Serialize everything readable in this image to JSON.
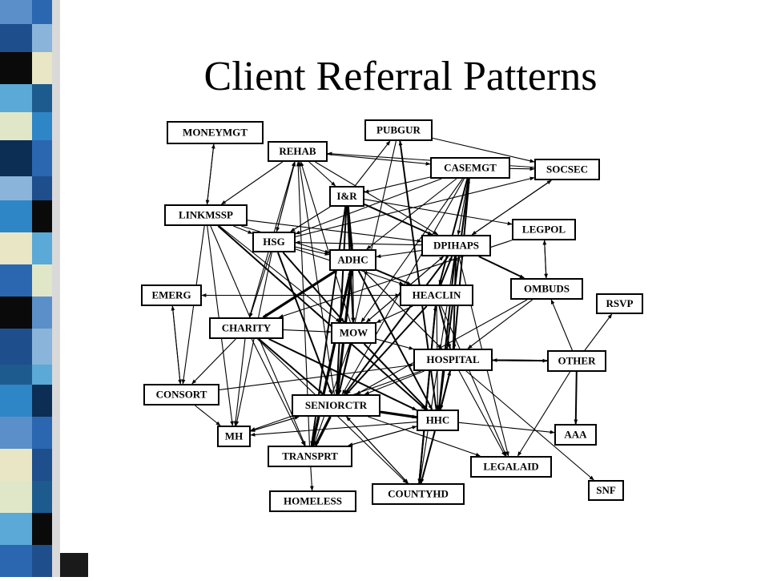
{
  "title": "Client Referral Patterns",
  "sidebar_colors": [
    "#5b8fc9",
    "#2a67b0",
    "#1f4e8c",
    "#8ab4d9",
    "#0a0a0a",
    "#e8e6c4",
    "#5aa9d6",
    "#1d5b8f",
    "#e0e7c8",
    "#2f86c6",
    "#0c2e54"
  ],
  "nodes": [
    {
      "id": "MONEYMGT",
      "label": "MONEYMGT"
    },
    {
      "id": "PUBGUR",
      "label": "PUBGUR"
    },
    {
      "id": "REHAB",
      "label": "REHAB"
    },
    {
      "id": "CASEMGT",
      "label": "CASEMGT"
    },
    {
      "id": "SOCSEC",
      "label": "SOCSEC"
    },
    {
      "id": "IR",
      "label": "I&R"
    },
    {
      "id": "LINKMSSP",
      "label": "LINKMSSP"
    },
    {
      "id": "LEGPOL",
      "label": "LEGPOL"
    },
    {
      "id": "HSG",
      "label": "HSG"
    },
    {
      "id": "DPIHAPS",
      "label": "DPIHAPS"
    },
    {
      "id": "ADHC",
      "label": "ADHC"
    },
    {
      "id": "OMBUDS",
      "label": "OMBUDS"
    },
    {
      "id": "EMERG",
      "label": "EMERG"
    },
    {
      "id": "HEACLIN",
      "label": "HEACLIN"
    },
    {
      "id": "RSVP",
      "label": "RSVP"
    },
    {
      "id": "CHARITY",
      "label": "CHARITY"
    },
    {
      "id": "MOW",
      "label": "MOW"
    },
    {
      "id": "HOSPITAL",
      "label": "HOSPITAL"
    },
    {
      "id": "OTHER",
      "label": "OTHER"
    },
    {
      "id": "CONSORT",
      "label": "CONSORT"
    },
    {
      "id": "SENIORCTR",
      "label": "SENIORCTR"
    },
    {
      "id": "HHC",
      "label": "HHC"
    },
    {
      "id": "AAA",
      "label": "AAA"
    },
    {
      "id": "MH",
      "label": "MH"
    },
    {
      "id": "TRANSPRT",
      "label": "TRANSPRT"
    },
    {
      "id": "LEGALAID",
      "label": "LEGALAID"
    },
    {
      "id": "SNF",
      "label": "SNF"
    },
    {
      "id": "HOMELESS",
      "label": "HOMELESS"
    },
    {
      "id": "COUNTYHD",
      "label": "COUNTYHD"
    }
  ],
  "edges": [
    {
      "from": "MONEYMGT",
      "to": "LINKMSSP",
      "w": 1
    },
    {
      "from": "LINKMSSP",
      "to": "MONEYMGT",
      "w": 1
    },
    {
      "from": "PUBGUR",
      "to": "SOCSEC",
      "w": 1
    },
    {
      "from": "SOCSEC",
      "to": "REHAB",
      "w": 1
    },
    {
      "from": "PUBGUR",
      "to": "SENIORCTR",
      "w": 1
    },
    {
      "from": "HHC",
      "to": "PUBGUR",
      "w": 2
    },
    {
      "from": "REHAB",
      "to": "LINKMSSP",
      "w": 1
    },
    {
      "from": "REHAB",
      "to": "IR",
      "w": 1
    },
    {
      "from": "REHAB",
      "to": "DPIHAPS",
      "w": 1
    },
    {
      "from": "REHAB",
      "to": "HSG",
      "w": 1
    },
    {
      "from": "HSG",
      "to": "REHAB",
      "w": 1
    },
    {
      "from": "CHARITY",
      "to": "REHAB",
      "w": 1
    },
    {
      "from": "MOW",
      "to": "REHAB",
      "w": 1
    },
    {
      "from": "SENIORCTR",
      "to": "REHAB",
      "w": 1
    },
    {
      "from": "TRANSPRT",
      "to": "REHAB",
      "w": 1
    },
    {
      "from": "CASEMGT",
      "to": "SOCSEC",
      "w": 1
    },
    {
      "from": "REHAB",
      "to": "CASEMGT",
      "w": 1
    },
    {
      "from": "CASEMGT",
      "to": "IR",
      "w": 1
    },
    {
      "from": "CASEMGT",
      "to": "HSG",
      "w": 1
    },
    {
      "from": "CASEMGT",
      "to": "ADHC",
      "w": 1
    },
    {
      "from": "CASEMGT",
      "to": "HEACLIN",
      "w": 2
    },
    {
      "from": "CASEMGT",
      "to": "MOW",
      "w": 1
    },
    {
      "from": "CASEMGT",
      "to": "HOSPITAL",
      "w": 2
    },
    {
      "from": "CASEMGT",
      "to": "SENIORCTR",
      "w": 1
    },
    {
      "from": "HHC",
      "to": "CASEMGT",
      "w": 2
    },
    {
      "from": "CASEMGT",
      "to": "DPIHAPS",
      "w": 1
    },
    {
      "from": "SOCSEC",
      "to": "DPIHAPS",
      "w": 1
    },
    {
      "from": "HSG",
      "to": "SOCSEC",
      "w": 1
    },
    {
      "from": "IR",
      "to": "HSG",
      "w": 1
    },
    {
      "from": "IR",
      "to": "ADHC",
      "w": 3
    },
    {
      "from": "IR",
      "to": "MOW",
      "w": 2
    },
    {
      "from": "IR",
      "to": "SENIORCTR",
      "w": 2
    },
    {
      "from": "IR",
      "to": "TRANSPRT",
      "w": 2
    },
    {
      "from": "IR",
      "to": "DPIHAPS",
      "w": 2
    },
    {
      "from": "IR",
      "to": "LEGPOL",
      "w": 1
    },
    {
      "from": "IR",
      "to": "PUBGUR",
      "w": 1
    },
    {
      "from": "LINKMSSP",
      "to": "HSG",
      "w": 1
    },
    {
      "from": "LINKMSSP",
      "to": "ADHC",
      "w": 1
    },
    {
      "from": "LINKMSSP",
      "to": "MOW",
      "w": 1
    },
    {
      "from": "LINKMSSP",
      "to": "HHC",
      "w": 2
    },
    {
      "from": "LINKMSSP",
      "to": "MH",
      "w": 1
    },
    {
      "from": "LINKMSSP",
      "to": "CONSORT",
      "w": 1
    },
    {
      "from": "LINKMSSP",
      "to": "DPIHAPS",
      "w": 1
    },
    {
      "from": "LINKMSSP",
      "to": "TRANSPRT",
      "w": 1
    },
    {
      "from": "HSG",
      "to": "ADHC",
      "w": 1
    },
    {
      "from": "HSG",
      "to": "HEACLIN",
      "w": 1
    },
    {
      "from": "HSG",
      "to": "MOW",
      "w": 2
    },
    {
      "from": "HSG",
      "to": "SENIORCTR",
      "w": 2
    },
    {
      "from": "HSG",
      "to": "CHARITY",
      "w": 1
    },
    {
      "from": "HSG",
      "to": "MH",
      "w": 1
    },
    {
      "from": "DPIHAPS",
      "to": "HSG",
      "w": 1
    },
    {
      "from": "DPIHAPS",
      "to": "ADHC",
      "w": 1
    },
    {
      "from": "DPIHAPS",
      "to": "OMBUDS",
      "w": 2
    },
    {
      "from": "DPIHAPS",
      "to": "MOW",
      "w": 1
    },
    {
      "from": "DPIHAPS",
      "to": "SENIORCTR",
      "w": 2
    },
    {
      "from": "DPIHAPS",
      "to": "COUNTYHD",
      "w": 1
    },
    {
      "from": "DPIHAPS",
      "to": "LEGALAID",
      "w": 1
    },
    {
      "from": "DPIHAPS",
      "to": "SOCSEC",
      "w": 1
    },
    {
      "from": "HOSPITAL",
      "to": "DPIHAPS",
      "w": 2
    },
    {
      "from": "HHC",
      "to": "DPIHAPS",
      "w": 2
    },
    {
      "from": "HEACLIN",
      "to": "DPIHAPS",
      "w": 2
    },
    {
      "from": "ADHC",
      "to": "HEACLIN",
      "w": 2
    },
    {
      "from": "ADHC",
      "to": "MOW",
      "w": 1
    },
    {
      "from": "ADHC",
      "to": "HHC",
      "w": 2
    },
    {
      "from": "ADHC",
      "to": "SENIORCTR",
      "w": 2
    },
    {
      "from": "ADHC",
      "to": "CHARITY",
      "w": 3
    },
    {
      "from": "ADHC",
      "to": "TRANSPRT",
      "w": 2
    },
    {
      "from": "ADHC",
      "to": "HOSPITAL",
      "w": 1
    },
    {
      "from": "SENIORCTR",
      "to": "ADHC",
      "w": 3
    },
    {
      "from": "HOSPITAL",
      "to": "ADHC",
      "w": 1
    },
    {
      "from": "LEGPOL",
      "to": "OMBUDS",
      "w": 1
    },
    {
      "from": "OMBUDS",
      "to": "LEGPOL",
      "w": 1
    },
    {
      "from": "OMBUDS",
      "to": "HOSPITAL",
      "w": 1
    },
    {
      "from": "OMBUDS",
      "to": "SENIORCTR",
      "w": 1
    },
    {
      "from": "OTHER",
      "to": "OMBUDS",
      "w": 1
    },
    {
      "from": "LEGPOL",
      "to": "CHARITY",
      "w": 1
    },
    {
      "from": "EMERG",
      "to": "HEACLIN",
      "w": 1
    },
    {
      "from": "HEACLIN",
      "to": "EMERG",
      "w": 1
    },
    {
      "from": "EMERG",
      "to": "CONSORT",
      "w": 1
    },
    {
      "from": "CONSORT",
      "to": "EMERG",
      "w": 1
    },
    {
      "from": "HEACLIN",
      "to": "MOW",
      "w": 1
    },
    {
      "from": "HEACLIN",
      "to": "HOSPITAL",
      "w": 2
    },
    {
      "from": "HEACLIN",
      "to": "SENIORCTR",
      "w": 2
    },
    {
      "from": "HEACLIN",
      "to": "HHC",
      "w": 1
    },
    {
      "from": "HEACLIN",
      "to": "COUNTYHD",
      "w": 2
    },
    {
      "from": "HEACLIN",
      "to": "LEGALAID",
      "w": 1
    },
    {
      "from": "CHARITY",
      "to": "MOW",
      "w": 1
    },
    {
      "from": "CHARITY",
      "to": "SENIORCTR",
      "w": 2
    },
    {
      "from": "CHARITY",
      "to": "HHC",
      "w": 2
    },
    {
      "from": "CHARITY",
      "to": "MH",
      "w": 1
    },
    {
      "from": "CHARITY",
      "to": "TRANSPRT",
      "w": 1
    },
    {
      "from": "CHARITY",
      "to": "CONSORT",
      "w": 1
    },
    {
      "from": "CHARITY",
      "to": "COUNTYHD",
      "w": 1
    },
    {
      "from": "MOW",
      "to": "HOSPITAL",
      "w": 1
    },
    {
      "from": "MOW",
      "to": "SENIORCTR",
      "w": 2
    },
    {
      "from": "MOW",
      "to": "HHC",
      "w": 2
    },
    {
      "from": "MOW",
      "to": "TRANSPRT",
      "w": 1
    },
    {
      "from": "MOW",
      "to": "DPIHAPS",
      "w": 1
    },
    {
      "from": "HOSPITAL",
      "to": "OTHER",
      "w": 2
    },
    {
      "from": "OTHER",
      "to": "HOSPITAL",
      "w": 2
    },
    {
      "from": "OTHER",
      "to": "AAA",
      "w": 2
    },
    {
      "from": "OTHER",
      "to": "RSVP",
      "w": 1
    },
    {
      "from": "OTHER",
      "to": "LEGALAID",
      "w": 1
    },
    {
      "from": "HOSPITAL",
      "to": "HHC",
      "w": 2
    },
    {
      "from": "HOSPITAL",
      "to": "SENIORCTR",
      "w": 1
    },
    {
      "from": "HOSPITAL",
      "to": "MH",
      "w": 1
    },
    {
      "from": "HOSPITAL",
      "to": "LEGALAID",
      "w": 1
    },
    {
      "from": "HOSPITAL",
      "to": "COUNTYHD",
      "w": 1
    },
    {
      "from": "HOSPITAL",
      "to": "SNF",
      "w": 1
    },
    {
      "from": "CONSORT",
      "to": "HOSPITAL",
      "w": 1
    },
    {
      "from": "CONSORT",
      "to": "MH",
      "w": 1
    },
    {
      "from": "SENIORCTR",
      "to": "HHC",
      "w": 3
    },
    {
      "from": "SENIORCTR",
      "to": "MH",
      "w": 1
    },
    {
      "from": "SENIORCTR",
      "to": "TRANSPRT",
      "w": 3
    },
    {
      "from": "SENIORCTR",
      "to": "COUNTYHD",
      "w": 1
    },
    {
      "from": "SENIORCTR",
      "to": "LEGALAID",
      "w": 1
    },
    {
      "from": "MH",
      "to": "SENIORCTR",
      "w": 1
    },
    {
      "from": "HHC",
      "to": "AAA",
      "w": 1
    },
    {
      "from": "HHC",
      "to": "COUNTYHD",
      "w": 2
    },
    {
      "from": "HHC",
      "to": "HOSPITAL",
      "w": 2
    },
    {
      "from": "HHC",
      "to": "MH",
      "w": 1
    },
    {
      "from": "HHC",
      "to": "TRANSPRT",
      "w": 1
    },
    {
      "from": "TRANSPRT",
      "to": "HOMELESS",
      "w": 1
    },
    {
      "from": "TRANSPRT",
      "to": "ADHC",
      "w": 3
    },
    {
      "from": "TRANSPRT",
      "to": "HHC",
      "w": 1
    },
    {
      "from": "COUNTYHD",
      "to": "SENIORCTR",
      "w": 1
    },
    {
      "from": "COUNTYHD",
      "to": "HEACLIN",
      "w": 2
    }
  ]
}
